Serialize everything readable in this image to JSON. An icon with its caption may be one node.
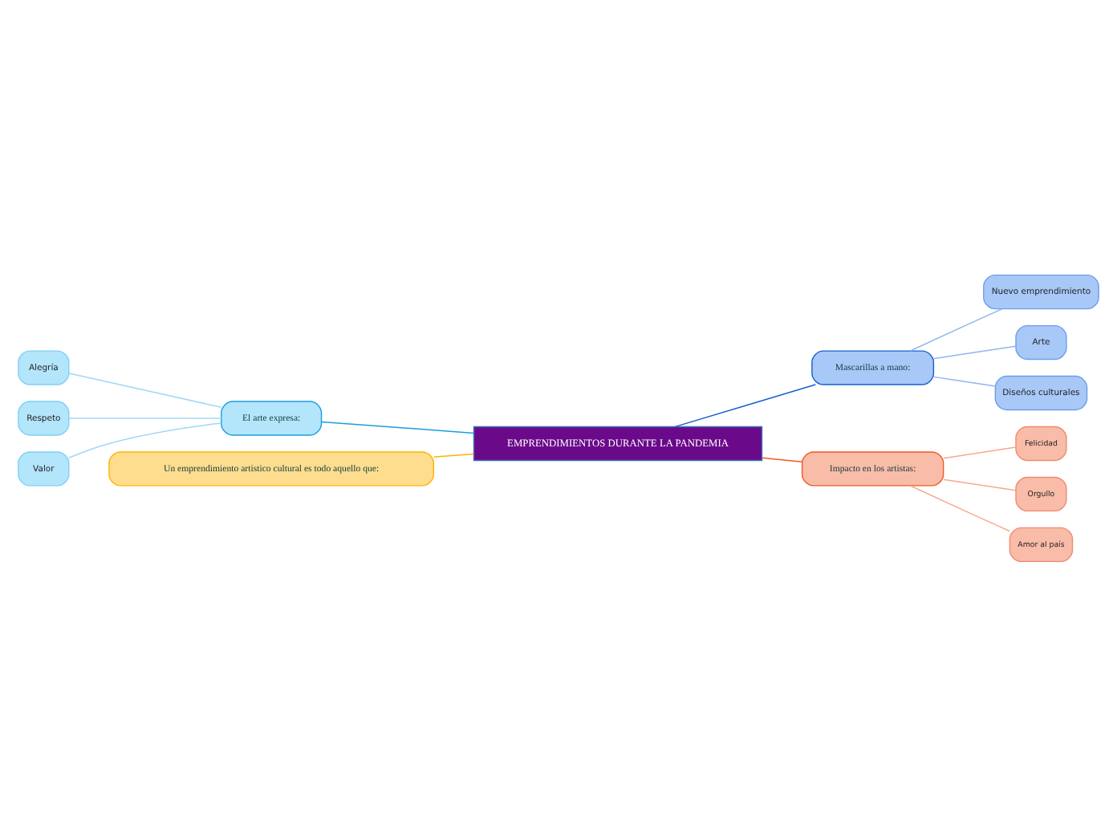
{
  "diagram": {
    "nodes": [
      {
        "text": [
          "EMPRENDIMIENTOS DURANTE LA PANDEMIA"
        ]
      },
      {
        "text": [
          "El arte expresa:"
        ]
      },
      {
        "text": [
          "Alegría"
        ]
      },
      {
        "text": [
          "Respeto"
        ]
      },
      {
        "text": [
          "Valor"
        ]
      },
      {
        "text": [
          "Mascarillas a mano:"
        ]
      },
      {
        "text": [
          "Nuevo emprendimiento"
        ]
      },
      {
        "text": [
          "Arte"
        ]
      },
      {
        "text": [
          "Diseños culturales"
        ]
      },
      {
        "text": [
          "Un emprendimiento artistico cultural es todo aquello que:"
        ]
      },
      {
        "text": [
          "Impacto en los artistas:"
        ]
      },
      {
        "text": [
          "Felicidad"
        ]
      },
      {
        "text": [
          "Orgullo"
        ]
      },
      {
        "text": [
          "Amor al país"
        ]
      }
    ],
    "edges": [
      {
        "from": 0,
        "to": 1,
        "arrow": "none",
        "color": "#1a9ee0"
      },
      {
        "from": 1,
        "to": 2,
        "arrow": "none",
        "color": "#9fd8f5"
      },
      {
        "from": 1,
        "to": 3,
        "arrow": "none",
        "color": "#9fd8f5"
      },
      {
        "from": 1,
        "to": 4,
        "arrow": "none",
        "color": "#9fd8f5"
      },
      {
        "from": 0,
        "to": 5,
        "arrow": "none",
        "color": "#1560d0"
      },
      {
        "from": 5,
        "to": 6,
        "arrow": "none",
        "color": "#8fb6f0"
      },
      {
        "from": 5,
        "to": 7,
        "arrow": "none",
        "color": "#8fb6f0"
      },
      {
        "from": 5,
        "to": 8,
        "arrow": "none",
        "color": "#8fb6f0"
      },
      {
        "from": 0,
        "to": 9,
        "arrow": "none",
        "color": "#ffb300"
      },
      {
        "from": 0,
        "to": 10,
        "arrow": "none",
        "color": "#f05a28"
      },
      {
        "from": 10,
        "to": 11,
        "arrow": "none",
        "color": "#f8a890"
      },
      {
        "from": 10,
        "to": 12,
        "arrow": "none",
        "color": "#f8a890"
      },
      {
        "from": 10,
        "to": 13,
        "arrow": "none",
        "color": "#f8a890"
      }
    ]
  }
}
